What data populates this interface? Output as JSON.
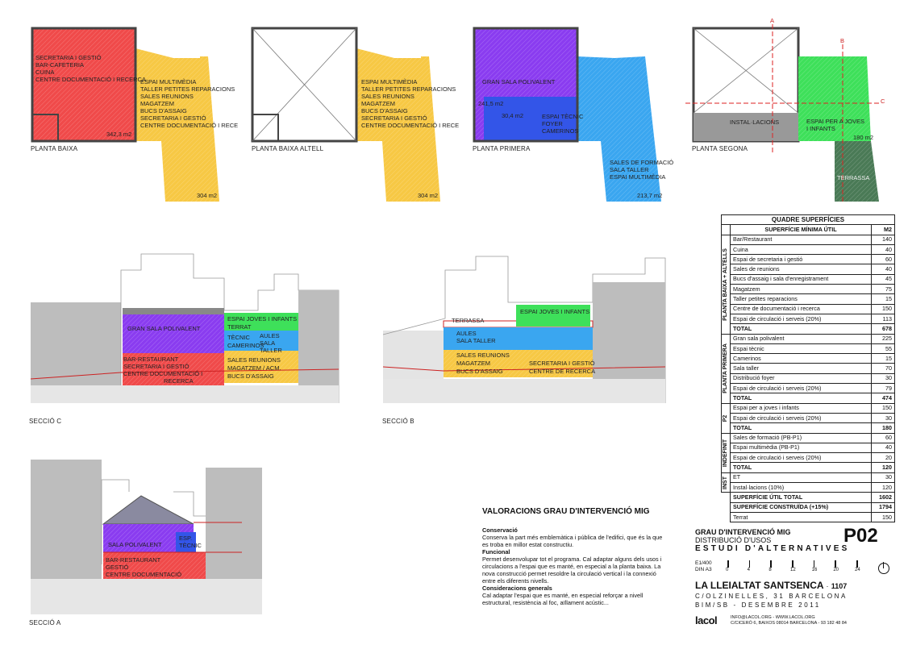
{
  "plans": {
    "pb": {
      "caption": "PLANTA BAIXA",
      "labels_red": "SECRETARIA I GESTIÓ\nBAR-CAFETERIA\nCUINA\nCENTRE DOCUMENTACIÓ I RECERCA",
      "labels_yellow": "ESPAI MULTIMÈDIA\nTALLER PETITES REPARACIONS\nSALES REUNIONS\nMAGATZEM\nBUCS D'ASSAIG\nSECRETARIA I GESTIÓ\nCENTRE DOCUMENTACIÓ I RECE",
      "area_red": "342,3 m2",
      "area_yellow": "304 m2"
    },
    "pba": {
      "caption": "PLANTA BAIXA ALTELL",
      "labels_yellow": "ESPAI MULTIMÈDIA\nTALLER PETITES REPARACIONS\nSALES REUNIONS\nMAGATZEM\nBUCS D'ASSAIG\nSECRETARIA I GESTIÓ\nCENTRE DOCUMENTACIÓ I RECE",
      "area_yellow": "304 m2"
    },
    "pp": {
      "caption": "PLANTA PRIMERA",
      "label_purple": "GRAN SALA POLIVALENT",
      "area_purple": "241,5 m2",
      "area_blue_small": "30,4 m2",
      "label_tecnic": "ESPAI TÈCNIC\nFOYER\nCAMERINOS",
      "label_cyan": "SALES DE FORMACIÓ\nSALA TALLER\nESPAI MULTIMÈDIA",
      "area_cyan": "213,7 m2"
    },
    "ps": {
      "caption": "PLANTA SEGONA",
      "label_instal": "INSTAL·LACIONS",
      "label_green": "ESPAI PER A JOVES\nI INFANTS",
      "area_green": "180 m2",
      "label_terrassa": "TERRASSA",
      "section_a": "A",
      "section_b": "B",
      "section_c": "C"
    }
  },
  "sections": {
    "c": {
      "caption": "SECCIÓ C",
      "gran_sala": "GRAN SALA POLIVALENT",
      "joves": "ESPAI JOVES I INFANTS",
      "terrat": "TERRAT",
      "aules": "AULES",
      "tecnic": "TÈCNIC",
      "camerinos": "CAMERINOS",
      "sala_taller": "SALA\nTALLER",
      "red_block": "BAR-RESTAURANT\nSECRETARIA I GESTIÓ\nCENTRE DOCUMENTACIÓ I\n                        RECERCA",
      "sales_reunions": "SALES REUNIONS",
      "magatzem": "MAGATZEM / ACM.",
      "bucs": "BUCS D'ASSAIG"
    },
    "b": {
      "caption": "SECCIÓ B",
      "terrassa": "TERRASSA",
      "joves": "ESPAI JOVES I INFANTS",
      "aules": "AULES\nSALA TALLER",
      "sales_reunions": "SALES REUNIONS",
      "magatzem": "MAGATZEM",
      "bucs": "BUCS D'ASSAIG",
      "secretaria": "SECRETARIA I GESTIÓ",
      "centre": "CENTRE DE RECERCA"
    },
    "a": {
      "caption": "SECCIÓ A",
      "sala": "SALA POLIVALENT",
      "tecnic": "ESP.\nTÈCNIC",
      "red_block": "BAR-RESTAURANT\nGESTIÓ\nCENTRE DOCUMENTACIÓ"
    }
  },
  "table": {
    "title": "QUADRE SUPERFÍCIES",
    "header_label": "SUPERFÍCIE MÍNIMA ÚTIL",
    "header_unit": "M2",
    "groups": [
      {
        "name": "PLANTA BAIXA + ALTELLS",
        "rows": [
          {
            "label": "Bar/Restaurant",
            "value": "140"
          },
          {
            "label": "Cuina",
            "value": "40"
          },
          {
            "label": "Espai de secretaria i gestió",
            "value": "60"
          },
          {
            "label": "Sales de reunions",
            "value": "40"
          },
          {
            "label": "Bucs d'assaig i sala d'enregistrament",
            "value": "45"
          },
          {
            "label": "Magatzem",
            "value": "75"
          },
          {
            "label": "Taller petites reparacions",
            "value": "15"
          },
          {
            "label": "Centre de documentació i recerca",
            "value": "150"
          },
          {
            "label": "Espai de circulació i serveis (20%)",
            "value": "113"
          }
        ],
        "total_label": "TOTAL",
        "total": "678"
      },
      {
        "name": "PLANTA PRIMERA",
        "rows": [
          {
            "label": "Gran sala polivalent",
            "value": "225"
          },
          {
            "label": "Espai tècnic",
            "value": "55"
          },
          {
            "label": "Camerinos",
            "value": "15"
          },
          {
            "label": "Sala taller",
            "value": "70"
          },
          {
            "label": "Distribució foyer",
            "value": "30"
          },
          {
            "label": "Espai de circulació i serveis (20%)",
            "value": "79"
          }
        ],
        "total_label": "TOTAL",
        "total": "474"
      },
      {
        "name": "P2",
        "rows": [
          {
            "label": "Espai per a joves i infants",
            "value": "150"
          },
          {
            "label": "Espai de circulació i serveis (20%)",
            "value": "30"
          }
        ],
        "total_label": "TOTAL",
        "total": "180"
      },
      {
        "name": "INDEFINIT",
        "rows": [
          {
            "label": "Sales de formació (PB-P1)",
            "value": "60"
          },
          {
            "label": "Espai multimèdia (PB-P1)",
            "value": "40"
          },
          {
            "label": "Espai de circulació i serveis (20%)",
            "value": "20"
          }
        ],
        "total_label": "TOTAL",
        "total": "120"
      },
      {
        "name": "INST",
        "rows": [
          {
            "label": "ET",
            "value": "30"
          },
          {
            "label": "Instal·lacions (10%)",
            "value": "120"
          }
        ]
      }
    ],
    "sup_util_label": "SUPERFÍCIE ÚTIL TOTAL",
    "sup_util": "1602",
    "sup_constr_label": "SUPERFÍCIE CONSTRUÏDA (+15%)",
    "sup_constr": "1794",
    "terrat_label": "Terrat",
    "terrat": "150"
  },
  "valoracions": {
    "title": "VALORACIONS GRAU D'INTERVENCIÓ MIG",
    "h1": "Conservació",
    "p1": "Conserva la part més emblemàtica i pública de l'edifici, que és la que es troba en millor estat constructiu.",
    "h2": "Funcional",
    "p2": "Permet desenvolupar tot el programa. Cal adaptar alguns dels usos i circulacions a l'espai que es manté, en especial a la planta baixa. La nova construcció permet resoldre la circulació vertical i la connexió entre els diferents nivells.",
    "h3": "Consideracions generals",
    "p3": "Cal adaptar l'espai que es manté, en especial reforçar a nivell estructural, resistència al foc, aïllament acústic..."
  },
  "titleblock": {
    "grau": "GRAU D'INTERVENCIÓ MIG",
    "distribucio": "DISTRIBUCIÓ D'USOS",
    "estudi": "ESTUDI D'ALTERNATIVES",
    "code": "P02",
    "scale1": "E1/400",
    "scale2": "DIN A3",
    "scale_ticks": [
      "0",
      "4",
      "8",
      "12",
      "16",
      "20",
      "24"
    ],
    "project": "LA LLEIALTAT SANTSENCA",
    "project_num": "1107",
    "address": "C/OLZINELLES, 31 BARCELONA",
    "date": "BIM/SB - DESEMBRE 2011",
    "logo": "lacol",
    "contact1": "INFO@LACOL.ORG - WWW.LACOL.ORG",
    "contact2": "C/CICERÓ 6, BAIXOS 08014 BARCELONA - 93 182 48 84"
  }
}
